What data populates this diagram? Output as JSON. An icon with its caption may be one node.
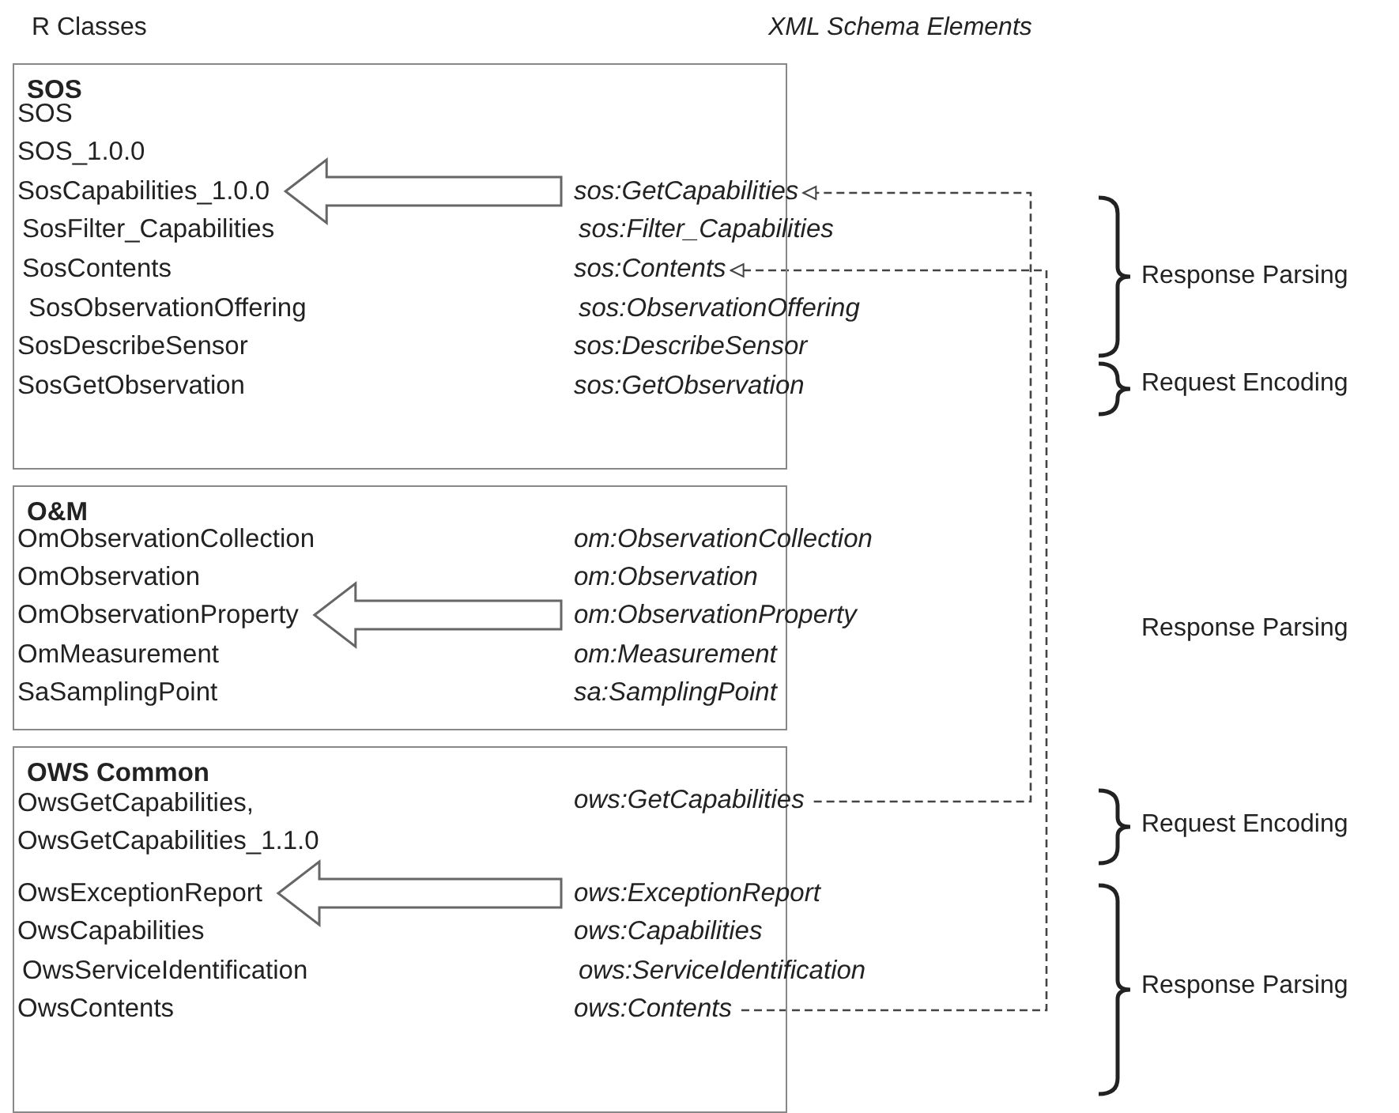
{
  "diagram": {
    "nodes": [
      {
        "text": [
          "SOS"
        ]
      },
      {
        "text": [
          "SOS"
        ],
        "in": 0
      },
      {
        "text": [
          "SOS_1.0.0"
        ],
        "in": 0
      },
      {
        "text": [
          "SosCapabilities_1.0.0"
        ],
        "in": 0
      },
      {
        "text": [
          "sos:GetCapabilities"
        ],
        "in": 0
      },
      {
        "text": [
          "SosFilter_Capabilities"
        ],
        "in": 0
      },
      {
        "text": [
          "sos:Filter_Capabilities"
        ],
        "in": 0
      },
      {
        "text": [
          "SosContents"
        ],
        "in": 0
      },
      {
        "text": [
          "sos:Contents"
        ],
        "in": 0
      },
      {
        "text": [
          "SosObservationOffering"
        ],
        "in": 0
      },
      {
        "text": [
          "sos:ObservationOffering"
        ],
        "in": 0
      },
      {
        "text": [
          "SosDescribeSensor"
        ],
        "in": 0
      },
      {
        "text": [
          "sos:DescribeSensor"
        ],
        "in": 0
      },
      {
        "text": [
          "SosGetObservation"
        ],
        "in": 0
      },
      {
        "text": [
          "sos:GetObservation"
        ],
        "in": 0
      },
      {
        "text": [
          "O&M"
        ]
      },
      {
        "text": [
          "OmObservationCollection"
        ],
        "in": 15
      },
      {
        "text": [
          "om:ObservationCollection"
        ],
        "in": 15
      },
      {
        "text": [
          "OmObservation"
        ],
        "in": 15
      },
      {
        "text": [
          "om:Observation"
        ],
        "in": 15
      },
      {
        "text": [
          "OmObservationProperty"
        ],
        "in": 15
      },
      {
        "text": [
          "om:ObservationProperty"
        ],
        "in": 15
      },
      {
        "text": [
          "OmMeasurement"
        ],
        "in": 15
      },
      {
        "text": [
          "om:Measurement"
        ],
        "in": 15
      },
      {
        "text": [
          "SaSamplingPoint"
        ],
        "in": 15
      },
      {
        "text": [
          "sa:SamplingPoint"
        ],
        "in": 15
      },
      {
        "text": [
          "OWS Common"
        ]
      },
      {
        "text": [
          "OwsGetCapabilities, OwsGetCapabilities_1.1.0"
        ],
        "in": 26
      },
      {
        "text": [
          "ows:GetCapabilities"
        ],
        "in": 26
      },
      {
        "text": [
          "OwsExceptionReport"
        ],
        "in": 26
      },
      {
        "text": [
          "ows:ExceptionReport"
        ],
        "in": 26
      },
      {
        "text": [
          "OwsCapabilities"
        ],
        "in": 26
      },
      {
        "text": [
          "ows:Capabilities"
        ],
        "in": 26
      },
      {
        "text": [
          "OwsServiceIdentification"
        ],
        "in": 26
      },
      {
        "text": [
          "ows:ServiceIdentification"
        ],
        "in": 26
      },
      {
        "text": [
          "OwsContents"
        ],
        "in": 26
      },
      {
        "text": [
          "ows:Contents"
        ],
        "in": 26
      }
    ],
    "edges": [
      {
        "from": 28,
        "to": 4,
        "arrow": "to",
        "style": "dashed"
      },
      {
        "from": 36,
        "to": 8,
        "arrow": "to",
        "style": "dashed"
      },
      {
        "from": 4,
        "to": 3,
        "arrow": "to",
        "style": "thick"
      },
      {
        "from": 21,
        "to": 20,
        "arrow": "to",
        "style": "thick"
      },
      {
        "from": 30,
        "to": 29,
        "arrow": "to",
        "style": "thick"
      }
    ],
    "labels": [
      "R Classes",
      "XML Schema Elements",
      "Response Parsing",
      "Request Encoding",
      "Response Parsing",
      "Request Encoding",
      "Response Parsing"
    ]
  }
}
